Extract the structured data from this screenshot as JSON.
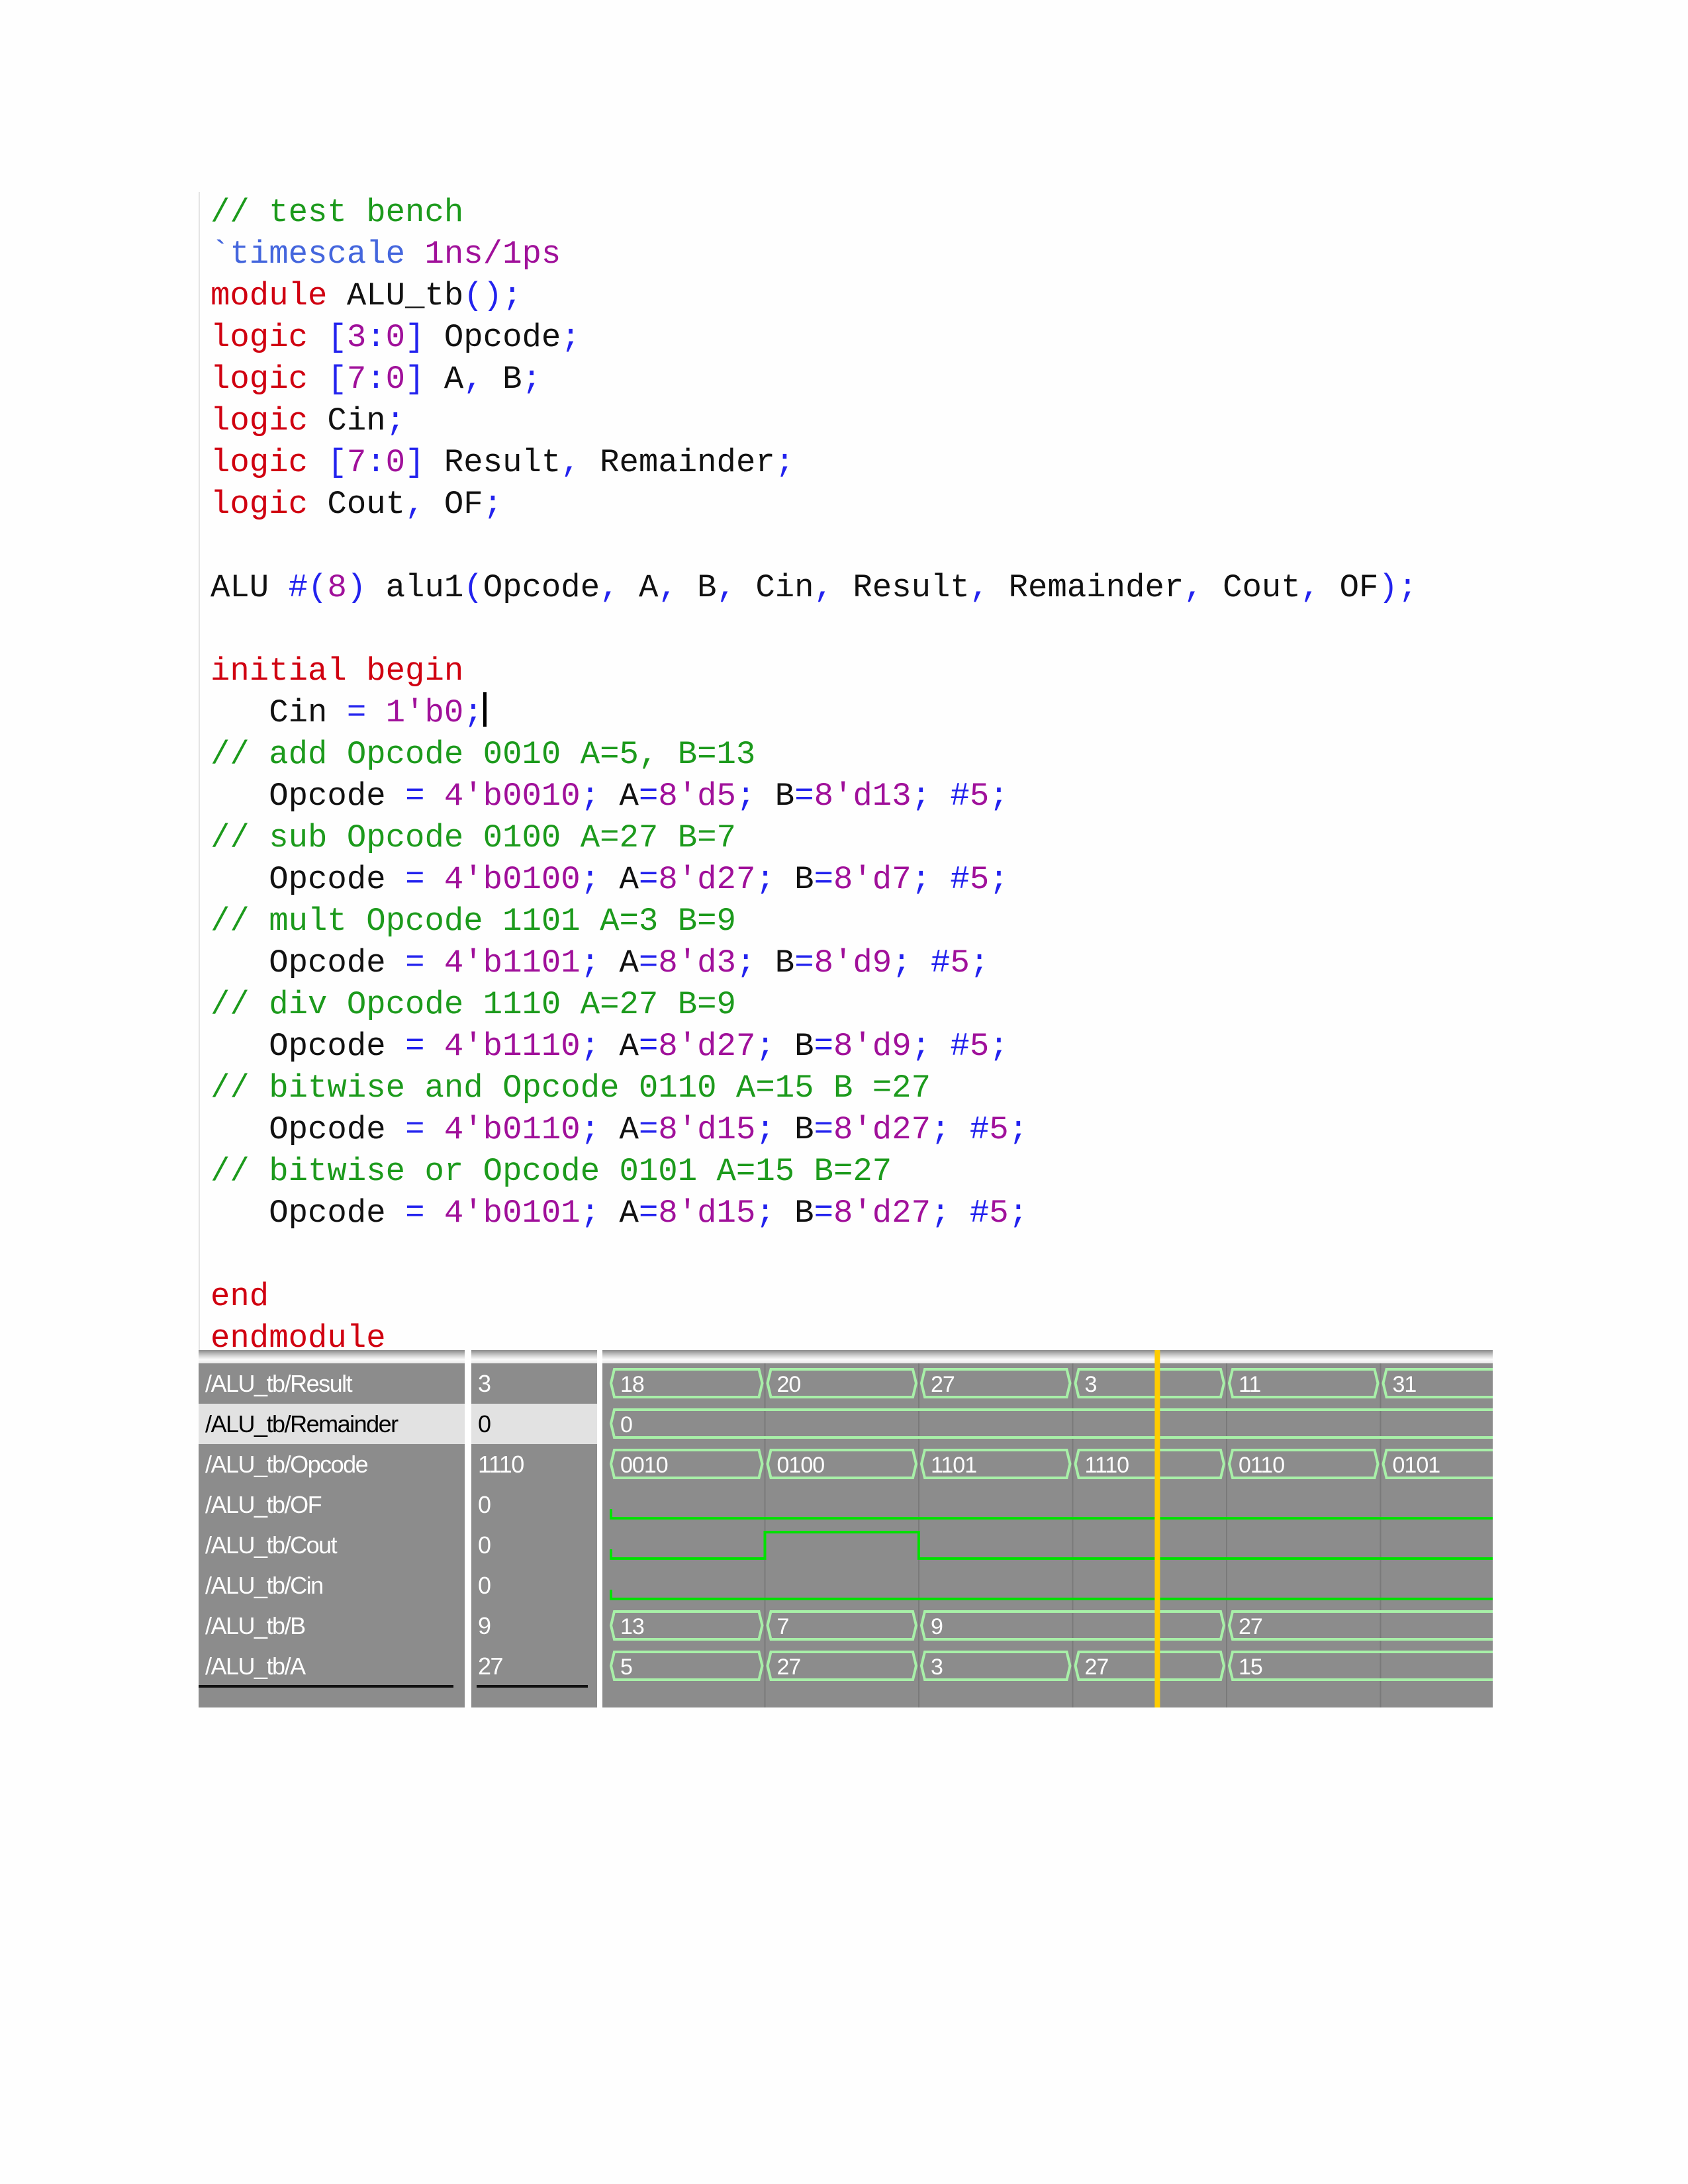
{
  "code": {
    "lines": [
      [
        {
          "t": "// test bench",
          "c": "cm"
        }
      ],
      [
        {
          "t": "`timescale ",
          "c": "di"
        },
        {
          "t": "1ns/1ps",
          "c": "nu"
        }
      ],
      [
        {
          "t": "module",
          "c": "kw"
        },
        {
          "t": " ALU_tb",
          "c": "id"
        },
        {
          "t": "();",
          "c": "pu"
        }
      ],
      [
        {
          "t": "logic",
          "c": "kw"
        },
        {
          "t": " ",
          "c": "id"
        },
        {
          "t": "[",
          "c": "pu"
        },
        {
          "t": "3",
          "c": "nu"
        },
        {
          "t": ":",
          "c": "pu"
        },
        {
          "t": "0",
          "c": "nu"
        },
        {
          "t": "]",
          "c": "pu"
        },
        {
          "t": " Opcode",
          "c": "id"
        },
        {
          "t": ";",
          "c": "pu"
        }
      ],
      [
        {
          "t": "logic",
          "c": "kw"
        },
        {
          "t": " ",
          "c": "id"
        },
        {
          "t": "[",
          "c": "pu"
        },
        {
          "t": "7",
          "c": "nu"
        },
        {
          "t": ":",
          "c": "pu"
        },
        {
          "t": "0",
          "c": "nu"
        },
        {
          "t": "]",
          "c": "pu"
        },
        {
          "t": " A",
          "c": "id"
        },
        {
          "t": ",",
          "c": "pu"
        },
        {
          "t": " B",
          "c": "id"
        },
        {
          "t": ";",
          "c": "pu"
        }
      ],
      [
        {
          "t": "logic",
          "c": "kw"
        },
        {
          "t": " Cin",
          "c": "id"
        },
        {
          "t": ";",
          "c": "pu"
        }
      ],
      [
        {
          "t": "logic",
          "c": "kw"
        },
        {
          "t": " ",
          "c": "id"
        },
        {
          "t": "[",
          "c": "pu"
        },
        {
          "t": "7",
          "c": "nu"
        },
        {
          "t": ":",
          "c": "pu"
        },
        {
          "t": "0",
          "c": "nu"
        },
        {
          "t": "]",
          "c": "pu"
        },
        {
          "t": " Result",
          "c": "id"
        },
        {
          "t": ",",
          "c": "pu"
        },
        {
          "t": " Remainder",
          "c": "id"
        },
        {
          "t": ";",
          "c": "pu"
        }
      ],
      [
        {
          "t": "logic",
          "c": "kw"
        },
        {
          "t": " Cout",
          "c": "id"
        },
        {
          "t": ",",
          "c": "pu"
        },
        {
          "t": " OF",
          "c": "id"
        },
        {
          "t": ";",
          "c": "pu"
        }
      ],
      [],
      [
        {
          "t": "ALU ",
          "c": "id"
        },
        {
          "t": "#(",
          "c": "pu"
        },
        {
          "t": "8",
          "c": "nu"
        },
        {
          "t": ")",
          "c": "pu"
        },
        {
          "t": " alu1",
          "c": "id"
        },
        {
          "t": "(",
          "c": "pu"
        },
        {
          "t": "Opcode",
          "c": "id"
        },
        {
          "t": ", ",
          "c": "pu"
        },
        {
          "t": "A",
          "c": "id"
        },
        {
          "t": ", ",
          "c": "pu"
        },
        {
          "t": "B",
          "c": "id"
        },
        {
          "t": ", ",
          "c": "pu"
        },
        {
          "t": "Cin",
          "c": "id"
        },
        {
          "t": ", ",
          "c": "pu"
        },
        {
          "t": "Result",
          "c": "id"
        },
        {
          "t": ", ",
          "c": "pu"
        },
        {
          "t": "Remainder",
          "c": "id"
        },
        {
          "t": ", ",
          "c": "pu"
        },
        {
          "t": "Cout",
          "c": "id"
        },
        {
          "t": ", ",
          "c": "pu"
        },
        {
          "t": "OF",
          "c": "id"
        },
        {
          "t": ");",
          "c": "pu"
        }
      ],
      [],
      [
        {
          "t": "initial begin",
          "c": "kw"
        }
      ],
      [
        {
          "t": "   Cin ",
          "c": "id"
        },
        {
          "t": "=",
          "c": "pu"
        },
        {
          "t": " 1'b0",
          "c": "nu"
        },
        {
          "t": ";",
          "c": "pu"
        }
      ],
      [
        {
          "t": "// add Opcode 0010 A=5, B=13",
          "c": "cm"
        }
      ],
      [
        {
          "t": "   Opcode ",
          "c": "id"
        },
        {
          "t": "=",
          "c": "pu"
        },
        {
          "t": " 4'b0010",
          "c": "nu"
        },
        {
          "t": ";",
          "c": "pu"
        },
        {
          "t": " A",
          "c": "id"
        },
        {
          "t": "=",
          "c": "pu"
        },
        {
          "t": "8'd5",
          "c": "nu"
        },
        {
          "t": ";",
          "c": "pu"
        },
        {
          "t": " B",
          "c": "id"
        },
        {
          "t": "=",
          "c": "pu"
        },
        {
          "t": "8'd13",
          "c": "nu"
        },
        {
          "t": ";",
          "c": "pu"
        },
        {
          "t": " #",
          "c": "pu"
        },
        {
          "t": "5",
          "c": "nu"
        },
        {
          "t": ";",
          "c": "pu"
        }
      ],
      [
        {
          "t": "// sub Opcode 0100 A=27 B=7",
          "c": "cm"
        }
      ],
      [
        {
          "t": "   Opcode ",
          "c": "id"
        },
        {
          "t": "=",
          "c": "pu"
        },
        {
          "t": " 4'b0100",
          "c": "nu"
        },
        {
          "t": ";",
          "c": "pu"
        },
        {
          "t": " A",
          "c": "id"
        },
        {
          "t": "=",
          "c": "pu"
        },
        {
          "t": "8'd27",
          "c": "nu"
        },
        {
          "t": ";",
          "c": "pu"
        },
        {
          "t": " B",
          "c": "id"
        },
        {
          "t": "=",
          "c": "pu"
        },
        {
          "t": "8'd7",
          "c": "nu"
        },
        {
          "t": ";",
          "c": "pu"
        },
        {
          "t": " #",
          "c": "pu"
        },
        {
          "t": "5",
          "c": "nu"
        },
        {
          "t": ";",
          "c": "pu"
        }
      ],
      [
        {
          "t": "// mult Opcode 1101 A=3 B=9",
          "c": "cm"
        }
      ],
      [
        {
          "t": "   Opcode ",
          "c": "id"
        },
        {
          "t": "=",
          "c": "pu"
        },
        {
          "t": " 4'b1101",
          "c": "nu"
        },
        {
          "t": ";",
          "c": "pu"
        },
        {
          "t": " A",
          "c": "id"
        },
        {
          "t": "=",
          "c": "pu"
        },
        {
          "t": "8'd3",
          "c": "nu"
        },
        {
          "t": ";",
          "c": "pu"
        },
        {
          "t": " B",
          "c": "id"
        },
        {
          "t": "=",
          "c": "pu"
        },
        {
          "t": "8'd9",
          "c": "nu"
        },
        {
          "t": ";",
          "c": "pu"
        },
        {
          "t": " #",
          "c": "pu"
        },
        {
          "t": "5",
          "c": "nu"
        },
        {
          "t": ";",
          "c": "pu"
        }
      ],
      [
        {
          "t": "// div Opcode 1110 A=27 B=9",
          "c": "cm"
        }
      ],
      [
        {
          "t": "   Opcode ",
          "c": "id"
        },
        {
          "t": "=",
          "c": "pu"
        },
        {
          "t": " 4'b1110",
          "c": "nu"
        },
        {
          "t": ";",
          "c": "pu"
        },
        {
          "t": " A",
          "c": "id"
        },
        {
          "t": "=",
          "c": "pu"
        },
        {
          "t": "8'd27",
          "c": "nu"
        },
        {
          "t": ";",
          "c": "pu"
        },
        {
          "t": " B",
          "c": "id"
        },
        {
          "t": "=",
          "c": "pu"
        },
        {
          "t": "8'd9",
          "c": "nu"
        },
        {
          "t": ";",
          "c": "pu"
        },
        {
          "t": " #",
          "c": "pu"
        },
        {
          "t": "5",
          "c": "nu"
        },
        {
          "t": ";",
          "c": "pu"
        }
      ],
      [
        {
          "t": "// bitwise and Opcode 0110 A=15 B =27",
          "c": "cm"
        }
      ],
      [
        {
          "t": "   Opcode ",
          "c": "id"
        },
        {
          "t": "=",
          "c": "pu"
        },
        {
          "t": " 4'b0110",
          "c": "nu"
        },
        {
          "t": ";",
          "c": "pu"
        },
        {
          "t": " A",
          "c": "id"
        },
        {
          "t": "=",
          "c": "pu"
        },
        {
          "t": "8'd15",
          "c": "nu"
        },
        {
          "t": ";",
          "c": "pu"
        },
        {
          "t": " B",
          "c": "id"
        },
        {
          "t": "=",
          "c": "pu"
        },
        {
          "t": "8'd27",
          "c": "nu"
        },
        {
          "t": ";",
          "c": "pu"
        },
        {
          "t": " #",
          "c": "pu"
        },
        {
          "t": "5",
          "c": "nu"
        },
        {
          "t": ";",
          "c": "pu"
        }
      ],
      [
        {
          "t": "// bitwise or Opcode 0101 A=15 B=27",
          "c": "cm"
        }
      ],
      [
        {
          "t": "   Opcode ",
          "c": "id"
        },
        {
          "t": "=",
          "c": "pu"
        },
        {
          "t": " 4'b0101",
          "c": "nu"
        },
        {
          "t": ";",
          "c": "pu"
        },
        {
          "t": " A",
          "c": "id"
        },
        {
          "t": "=",
          "c": "pu"
        },
        {
          "t": "8'd15",
          "c": "nu"
        },
        {
          "t": ";",
          "c": "pu"
        },
        {
          "t": " B",
          "c": "id"
        },
        {
          "t": "=",
          "c": "pu"
        },
        {
          "t": "8'd27",
          "c": "nu"
        },
        {
          "t": ";",
          "c": "pu"
        },
        {
          "t": " #",
          "c": "pu"
        },
        {
          "t": "5",
          "c": "nu"
        },
        {
          "t": ";",
          "c": "pu"
        }
      ],
      [],
      [
        {
          "t": "end",
          "c": "kw"
        }
      ],
      [
        {
          "t": "endmodule",
          "c": "kw"
        }
      ]
    ],
    "caret_line": 12
  },
  "wave": {
    "steps": 6,
    "cursor_step": 3.55,
    "colors": {
      "bg": "#8c8c8c",
      "bus": "#a8f0a8",
      "bit": "#00e000",
      "cursor": "#ffcc00",
      "grid": "#7a7a7a"
    },
    "signals": [
      {
        "name": "/ALU_tb/Result",
        "value": "3",
        "type": "bus",
        "segments": [
          {
            "start": 0,
            "v": "18"
          },
          {
            "start": 1,
            "v": "20"
          },
          {
            "start": 2,
            "v": "27"
          },
          {
            "start": 3,
            "v": "3"
          },
          {
            "start": 4,
            "v": "11"
          },
          {
            "start": 5,
            "v": "31"
          }
        ]
      },
      {
        "name": "/ALU_tb/Remainder",
        "value": "0",
        "type": "bus",
        "selected": true,
        "segments": [
          {
            "start": 0,
            "v": "0"
          }
        ]
      },
      {
        "name": "/ALU_tb/Opcode",
        "value": "1110",
        "type": "bus",
        "segments": [
          {
            "start": 0,
            "v": "0010"
          },
          {
            "start": 1,
            "v": "0100"
          },
          {
            "start": 2,
            "v": "1101"
          },
          {
            "start": 3,
            "v": "1110"
          },
          {
            "start": 4,
            "v": "0110"
          },
          {
            "start": 5,
            "v": "0101"
          }
        ]
      },
      {
        "name": "/ALU_tb/OF",
        "value": "0",
        "type": "bit",
        "levels": [
          0,
          0,
          0,
          0,
          0,
          0
        ]
      },
      {
        "name": "/ALU_tb/Cout",
        "value": "0",
        "type": "bit",
        "levels": [
          0,
          1,
          0,
          0,
          0,
          0
        ]
      },
      {
        "name": "/ALU_tb/Cin",
        "value": "0",
        "type": "bit",
        "levels": [
          0,
          0,
          0,
          0,
          0,
          0
        ]
      },
      {
        "name": "/ALU_tb/B",
        "value": "9",
        "type": "bus",
        "segments": [
          {
            "start": 0,
            "v": "13"
          },
          {
            "start": 1,
            "v": "7"
          },
          {
            "start": 2,
            "v": "9"
          },
          {
            "start": 4,
            "v": "27"
          }
        ]
      },
      {
        "name": "/ALU_tb/A",
        "value": "27",
        "type": "bus",
        "segments": [
          {
            "start": 0,
            "v": "5"
          },
          {
            "start": 1,
            "v": "27"
          },
          {
            "start": 2,
            "v": "3"
          },
          {
            "start": 3,
            "v": "27"
          },
          {
            "start": 4,
            "v": "15"
          }
        ]
      }
    ]
  }
}
